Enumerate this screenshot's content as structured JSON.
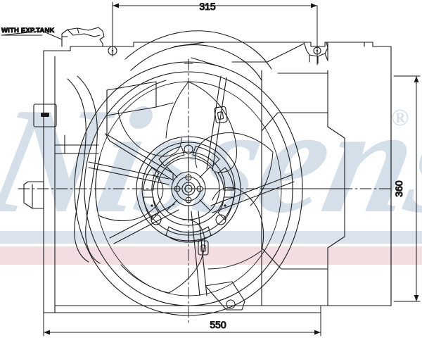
{
  "drawing": {
    "title": "Radiator cooling fan assembly technical drawing",
    "type": "engineering-line-drawing",
    "background_color": "#ffffff",
    "line_color": "#1a1a1a"
  },
  "annotations": {
    "note_label": "WITH  EXP.TANK"
  },
  "dimensions": {
    "width_top": "315",
    "height_right": "360",
    "width_bottom": "550"
  },
  "watermark": {
    "brand_text": "Nissens",
    "registered_mark": "®",
    "logo_color": "#d5dfea",
    "band_blue_color": "#dae3ec",
    "band_pink_color": "#f2dde0"
  }
}
